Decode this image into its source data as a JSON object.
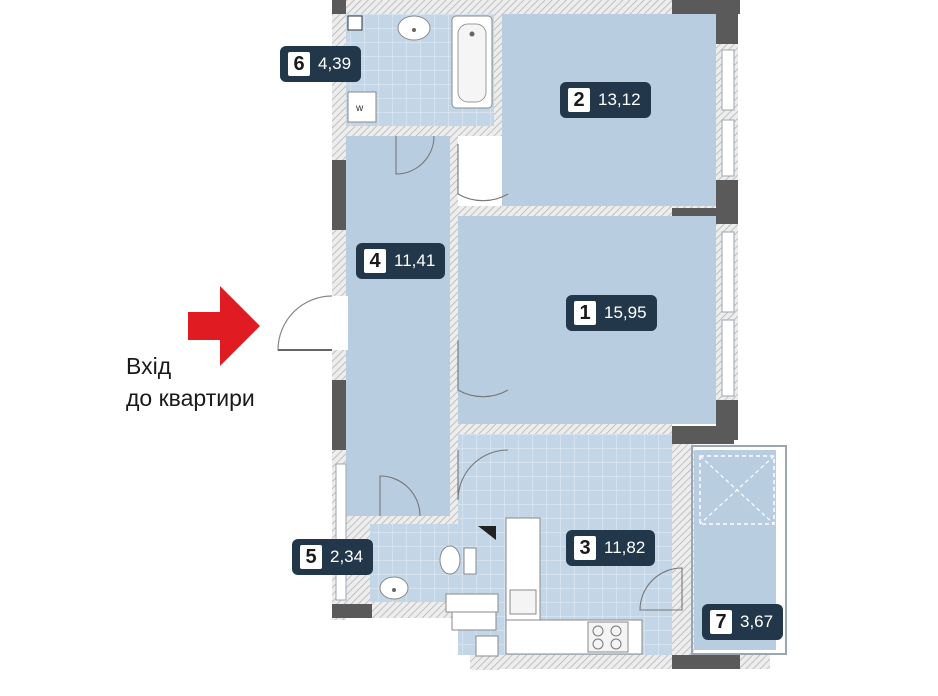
{
  "rooms": [
    {
      "number": "1",
      "area": "15,95"
    },
    {
      "number": "2",
      "area": "13,12"
    },
    {
      "number": "3",
      "area": "11,82"
    },
    {
      "number": "4",
      "area": "11,41"
    },
    {
      "number": "5",
      "area": "2,34"
    },
    {
      "number": "6",
      "area": "4,39"
    },
    {
      "number": "7",
      "area": "3,67"
    }
  ],
  "entrance": {
    "line1": "Вхід",
    "line2": "до квартири"
  },
  "colors": {
    "room_fill": "#b8cde0",
    "wet_fill": "#c3d6e8",
    "wall_hatch": "#c8c8c8",
    "wall_dark": "#5a5a5a",
    "label_bg": "#22384a",
    "arrow": "#e01b22"
  },
  "icons": [
    "entrance-arrow-icon",
    "bathtub-icon",
    "toilet-icon",
    "washbasin-icon",
    "stove-icon",
    "sink-icon",
    "washing-machine-icon"
  ]
}
